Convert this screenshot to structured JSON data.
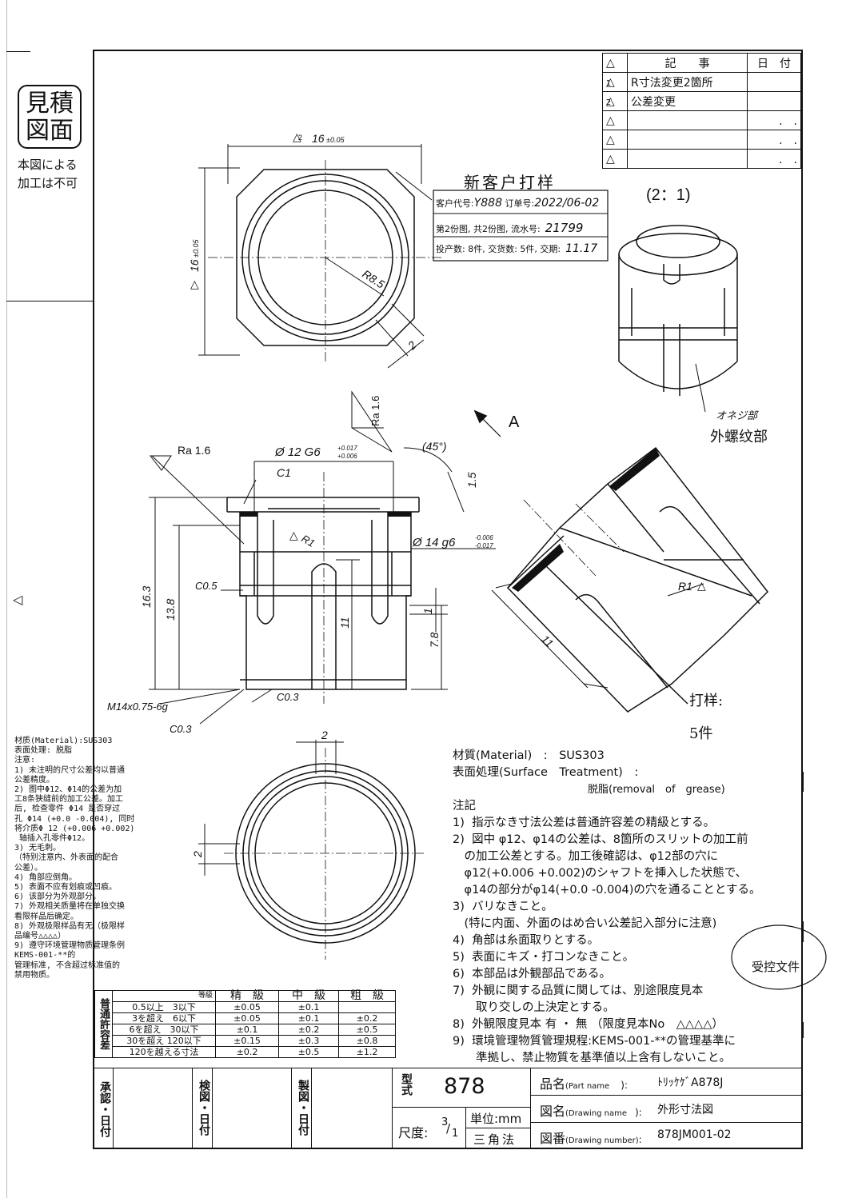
{
  "stamp": {
    "line1": "見積",
    "line2": "図面",
    "note1": "本図による",
    "note2": "加工は不可"
  },
  "revisions": {
    "headers": [
      "記　　事",
      "日　付"
    ],
    "rows": [
      {
        "mark": "1",
        "text": "R寸法変更2箇所",
        "date": ""
      },
      {
        "mark": "2",
        "text": "公差変更",
        "date": ""
      },
      {
        "mark": "",
        "text": "",
        "date": ".　."
      },
      {
        "mark": "",
        "text": "",
        "date": ".　."
      },
      {
        "mark": "",
        "text": "",
        "date": ".　."
      }
    ]
  },
  "handwritten": {
    "header": "新客户打样",
    "line1_label": "客户代号:",
    "line1_value": "Y888",
    "line1_label2": "订单号:",
    "line1_value2": "2022/06-02",
    "line2_label": "第2份图, 共2份图, 流水号:",
    "line2_value": "21799",
    "line3_label": "投产数: 8件, 交货数: 5件, 交期:",
    "line3_value": "11.17",
    "sample_label": "打样:",
    "sample_qty": "5件"
  },
  "drawing": {
    "scale_view": "(2：1)",
    "view_a": "A",
    "dim_width_top": "16",
    "dim_width_tol": "±0.05",
    "dim_height_side": "16",
    "dim_radius": "R8.5",
    "dim_slot": "2",
    "ra_left": "Ra 1.6",
    "ra_top": "Ra 1.6",
    "bore_dim": "Ø 12 G6",
    "bore_tol_upper": "+0.017",
    "bore_tol_lower": "+0.006",
    "chamfer_c1": "C1",
    "angle_45": "(45°)",
    "dim_15": "1.5",
    "outer_dim": "Ø 14 g6",
    "outer_tol_upper": "-0.006",
    "outer_tol_lower": "-0.017",
    "radius_r1": "R1",
    "c05": "C0.5",
    "dim_163": "16.3",
    "dim_138": "13.8",
    "dim_11": "11",
    "dim_1": "1",
    "dim_78": "7.8",
    "c03_a": "C0.3",
    "thread": "M14x0.75-6g",
    "c03_b": "C0.3",
    "iso_radius": "R1",
    "iso_11": "11",
    "bottom_slot": "2",
    "bottom_side": "2",
    "onejibu": "オネジ部",
    "thread_cn": "外螺纹部"
  },
  "notes_left": [
    "材质(Material):SUS303",
    "表面处理: 脱脂",
    "",
    "注意:",
    "1) 未注明的尺寸公差均以普通",
    "公差精度。",
    "2) 图中Φ12、Φ14的公差为加",
    "工8条狭缝前的加工公差。加工",
    "后, 检查零件 Φ14 是否穿过",
    "孔 Φ14 (+0.0 -0.004), 同时",
    "将介质Φ 12 (+0.006 +0.002)",
    " 轴插入孔零件Φ12。",
    "3) 无毛刺。",
    "（特别注意内、外表面的配合",
    "公差）。",
    "4) 角部应倒角。",
    "5) 表面不应有划痕或凹痕。",
    "6) 该部分为外观部分。",
    "7) 外观相关质量将在单独交换",
    "看限样品后确定。",
    "8) 外观极限样品有无（极限样",
    "品编号△△△△）",
    "9) 遵守环境管理物质管理条例",
    "KEMS-001-**的",
    "管理标准, 不含超过标准值的",
    "禁用物质。"
  ],
  "notes_right": [
    "材質(Material)　:　SUS303",
    "表面処理(Surface　Treatment)　:",
    "　　　　　　　　　　　　　脱脂(removal　of　grease)",
    "注記",
    "1)  指示なき寸法公差は普通許容差の精級とする。",
    "2)  図中 φ12、φ14の公差は、8箇所のスリットの加工前",
    "　の加工公差とする。加工後確認は、φ12部の穴に",
    "　φ12(+0.006 +0.002)のシャフトを挿入した状態で、",
    "　φ14の部分がφ14(+0.0 -0.004)の穴を通ることとする。",
    "3)  バリなきこと。",
    "　(特に内面、外面のはめ合い公差記入部分に注意)",
    "4)  角部は糸面取りとする。",
    "5)  表面にキズ・打コンなきこと。",
    "6)  本部品は外観部品である。",
    "7)  外観に関する品質に関しては、別途限度見本",
    "　　取り交しの上決定とする。",
    "8)  外観限度見本 有 ・ 無 （限度見本No　△△△△）",
    "9)  環境管理物質管理規程:KEMS-001-**の管理基準に",
    "　　準拠し、禁止物質を基準値以上含有しないこと。"
  ],
  "controlled_stamp": "受控文件",
  "tolerance_table": {
    "side_label": "普通許容差",
    "grade_label": "等級",
    "headers": [
      "精　級",
      "中　級",
      "粗　級"
    ],
    "rows": [
      {
        "range": "0.5以上　3以下",
        "fine": "±0.05",
        "medium": "±0.1",
        "coarse": ""
      },
      {
        "range": "3を超え　6以下",
        "fine": "±0.05",
        "medium": "±0.1",
        "coarse": "±0.2"
      },
      {
        "range": "6を超え　30以下",
        "fine": "±0.1",
        "medium": "±0.2",
        "coarse": "±0.5"
      },
      {
        "range": "30を超え 120以下",
        "fine": "±0.15",
        "medium": "±0.3",
        "coarse": "±0.8"
      },
      {
        "range": "120を越える寸法",
        "fine": "±0.2",
        "medium": "±0.5",
        "coarse": "±1.2"
      }
    ]
  },
  "title_block": {
    "approve": "承認・日付",
    "check": "検図・日付",
    "draw": "製図・日付",
    "model_label": "型式",
    "model": "878",
    "scale_label": "尺度:",
    "scale_num": "3",
    "scale_den": "1",
    "unit_label": "単位:mm",
    "projection": "三角法",
    "part_name_label": "品名",
    "part_name_en": "(Part name",
    "part_name": "ﾄﾘｯｹｹﾞA878J",
    "drawing_name_label": "図名",
    "drawing_name_en": "(Drawing name",
    "drawing_name": "外形寸法図",
    "drawing_number_label": "図番",
    "drawing_number_en": "(Drawing number)",
    "drawing_number": "878JM001-02"
  }
}
